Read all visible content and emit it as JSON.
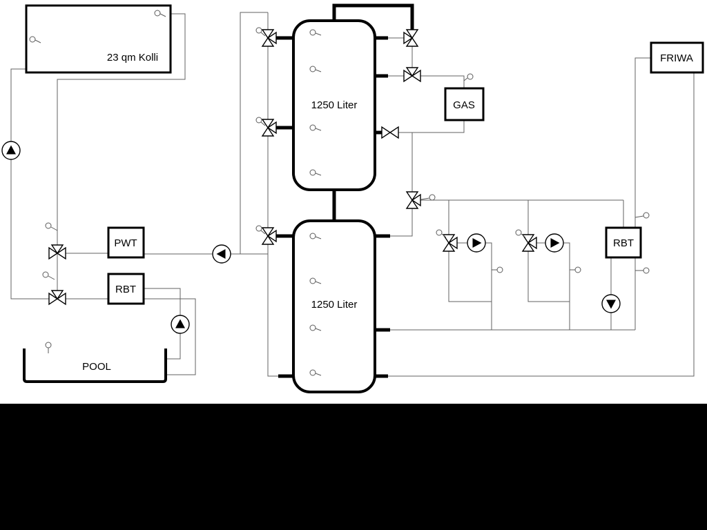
{
  "diagram": {
    "type": "hydraulic-heating-schematic",
    "components": {
      "collector": {
        "label": "23 qm Kolli"
      },
      "buffer_tank_top": {
        "label": "1250 Liter"
      },
      "buffer_tank_bottom": {
        "label": "1250 Liter"
      },
      "pwt": {
        "label": "PWT"
      },
      "rbt_left": {
        "label": "RBT"
      },
      "gas_boiler": {
        "label": "GAS"
      },
      "friwa": {
        "label": "FRIWA"
      },
      "rbt_right": {
        "label": "RBT"
      },
      "pool": {
        "label": "POOL"
      }
    },
    "colors": {
      "background": "#ffffff",
      "letterbox": "#000000",
      "component_stroke": "#000000",
      "pipe_thin": "#606060",
      "pipe_thick": "#000000"
    }
  }
}
